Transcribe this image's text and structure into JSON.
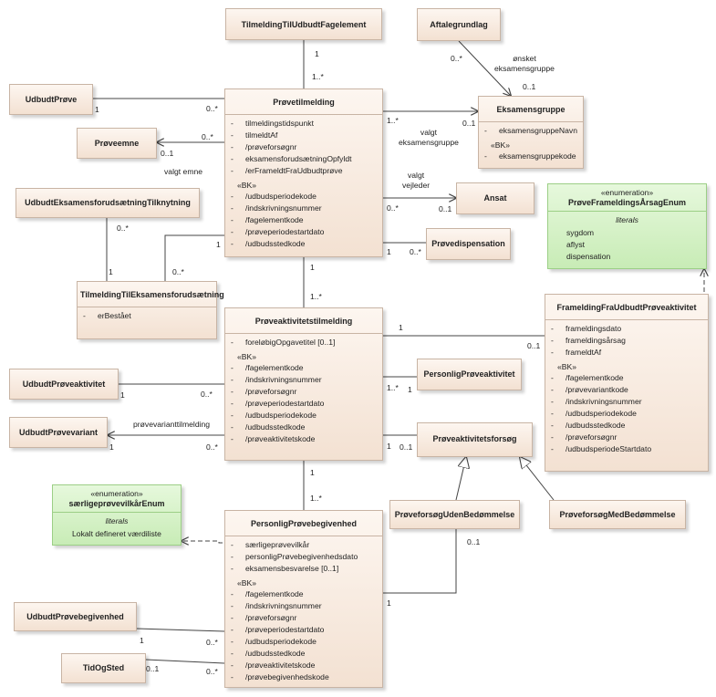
{
  "classes": {
    "tilmeldingTilUdbudtFagelement": "TilmeldingTilUdbudtFagelement",
    "aftalegrundlag": "Aftalegrundlag",
    "udbudtProeve": "UdbudtPrøve",
    "proeveemne": "Prøveemne",
    "ansat": "Ansat",
    "proevedispensation": "Prøvedispensation",
    "udbudtEksamensforudsaetningTilknytning": "UdbudtEksamensforudsætningTilknytning",
    "udbudtProeveaktivitet": "UdbudtPrøveaktivitet",
    "udbudtProevevariant": "UdbudtPrøvevariant",
    "personligProeveaktivitet": "PersonligPrøveaktivitet",
    "proeveaktivitetsforsoeg": "Prøveaktivitetsforsøg",
    "proeveforsoegUdenBedoemmelse": "PrøveforsøgUdenBedømmelse",
    "proeveforsoegMedBedoemmelse": "PrøveforsøgMedBedømmelse",
    "udbudtProevebegivenhed": "UdbudtPrøvebegivenhed",
    "tidOgSted": "TidOgSted",
    "proevetilmelding": {
      "name": "Prøvetilmelding",
      "attrs": [
        "tilmeldingstidspunkt",
        "tilmeldtAf",
        "/prøveforsøgnr",
        "eksamensforudsætningOpfyldt",
        "/erFrameldtFraUdbudtprøve"
      ],
      "bk_label": "«BK»",
      "bk": [
        "/udbudsperiodekode",
        "/indskrivningsnummer",
        "/fagelementkode",
        "/prøveperiodestartdato",
        "/udbudsstedkode"
      ]
    },
    "eksamensgruppe": {
      "name": "Eksamensgruppe",
      "attrs": [
        "eksamensgruppeNavn"
      ],
      "bk_label": "«BK»",
      "bk": [
        "eksamensgruppekode"
      ]
    },
    "tilmeldingTilEksamensforudsaetning": {
      "name": "TilmeldingTilEksamensforudsætning",
      "attrs": [
        "erBestået"
      ]
    },
    "proeveaktivitetstilmelding": {
      "name": "Prøveaktivitetstilmelding",
      "attrs": [
        "foreløbigOpgavetitel [0..1]"
      ],
      "bk_label": "«BK»",
      "bk": [
        "/fagelementkode",
        "/indskrivningsnummer",
        "/prøveforsøgnr",
        "/prøveperiodestartdato",
        "/udbudsperiodekode",
        "/udbudsstedkode",
        "/prøveaktivitetskode"
      ]
    },
    "frameldingFraUdbudtProeveaktivitet": {
      "name": "FrameldingFraUdbudtPrøveaktivitet",
      "attrs": [
        "frameldingsdato",
        "frameldingsårsag",
        "frameldtAf"
      ],
      "bk_label": "«BK»",
      "bk": [
        "/fagelementkode",
        "/prøvevariantkode",
        "/indskrivningsnummer",
        "/udbudsperiodekode",
        "/udbudsstedkode",
        "/prøveforsøgnr",
        "/udbudsperiodeStartdato"
      ]
    },
    "personligProevebegivenhed": {
      "name": "PersonligPrøvebegivenhed",
      "attrs": [
        "særligeprøvevilkår",
        "personligPrøvebegivenhedsdato",
        "eksamensbesvarelse [0..1]"
      ],
      "bk_label": "«BK»",
      "bk": [
        "/fagelementkode",
        "/indskrivningsnummer",
        "/prøveforsøgnr",
        "/prøveperiodestartdato",
        "/udbudsperiodekode",
        "/udbudsstedkode",
        "/prøveaktivitetskode",
        "/prøvebegivenhedskode"
      ]
    }
  },
  "enums": {
    "frameldingsaarsag": {
      "stereotype": "«enumeration»",
      "name": "PrøveFrameldingsÅrsagEnum",
      "literals_label": "literals",
      "values": [
        "sygdom",
        "aflyst",
        "dispensation"
      ]
    },
    "saerligeproevevilkaar": {
      "stereotype": "«enumeration»",
      "name": "særligeprøvevilkårEnum",
      "literals_label": "literals",
      "values": [
        "Lokalt defineret værdiliste"
      ]
    }
  },
  "labels": {
    "m_ttuf_1": "1",
    "m_ttuf_1n": "1..*",
    "m_ag_0n": "0..*",
    "onsket_eksamensgruppe": "ønsket\neksamensgruppe",
    "m_ag_01": "0..1",
    "m_up_1": "1",
    "m_up_0n": "0..*",
    "m_pe_0n": "0..*",
    "m_pe_01": "0..1",
    "valgt_emne": "valgt emne",
    "m_eg_1n": "1..*",
    "m_eg_01": "0..1",
    "valgt_eksamensgruppe": "valgt\neksamensgruppe",
    "valgt_vejleder": "valgt\nvejleder",
    "m_an_0n": "0..*",
    "m_an_01": "0..1",
    "m_pd_1": "1",
    "m_pd_0n": "0..*",
    "m_uet_0n": "0..*",
    "m_uet_1": "1",
    "m_tte_0n": "0..*",
    "m_pt_1_tte": "1",
    "m_pt_pat_1": "1",
    "m_pt_pat_1n": "1..*",
    "m_ff_1": "1",
    "m_ff_01": "0..1",
    "m_upa_1": "1",
    "m_upa_0n": "0..*",
    "m_ppa_1n": "1..*",
    "m_ppa_1": "1",
    "proevevarianttilmelding": "prøvevarianttilmelding",
    "m_upv_1": "1",
    "m_upv_0n": "0..*",
    "m_paf_1": "1",
    "m_paf_01": "0..1",
    "m_pat_ppb_1": "1",
    "m_pat_ppb_1n": "1..*",
    "m_pub_01": "0..1",
    "m_pub_1": "1",
    "m_upb_1": "1",
    "m_upb_0n": "0..*",
    "m_tos_01": "0..1",
    "m_tos_0n": "0..*"
  },
  "colors": {
    "class_fill": "#f3e1d2",
    "class_border": "#c8b4a4",
    "enum_fill": "#c8ecb6",
    "enum_border": "#9ccf86",
    "line": "#444444"
  }
}
